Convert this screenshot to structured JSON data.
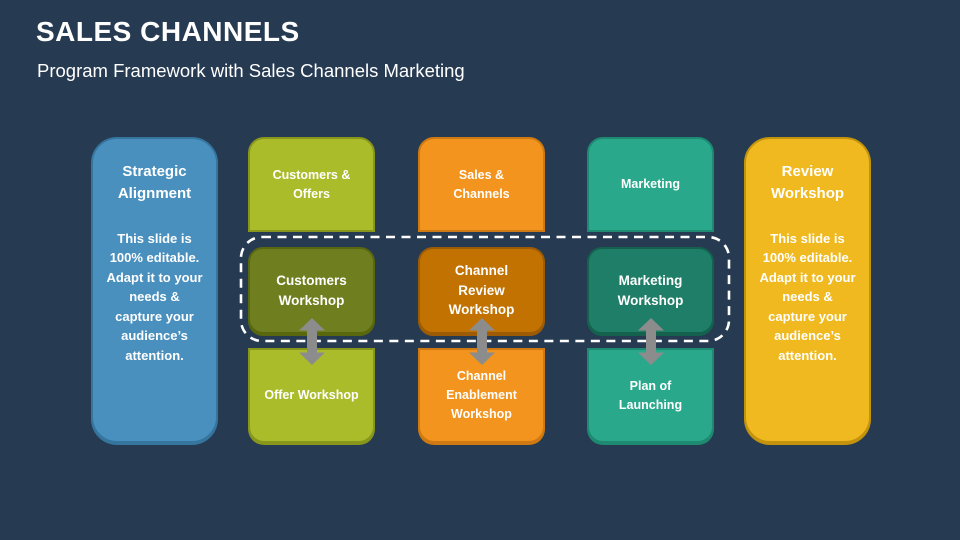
{
  "header": {
    "title": "SALES CHANNELS",
    "subtitle": "Program Framework with Sales Channels Marketing"
  },
  "side_boxes": {
    "left": {
      "heading": "Strategic Alignment",
      "body": "This slide is 100% editable. Adapt it to your needs & capture your audience’s attention."
    },
    "right": {
      "heading": "Review Workshop",
      "body": "This slide is 100% editable. Adapt it to your needs & capture your audience’s attention."
    }
  },
  "columns": [
    {
      "top_label": "Customers & Offers",
      "middle_label": "Customers Workshop",
      "bottom_label": "Offer Workshop"
    },
    {
      "top_label": "Sales & Channels",
      "middle_label": "Channel Review Workshop",
      "bottom_label": "Channel Enablement Workshop"
    },
    {
      "top_label": "Marketing",
      "middle_label": "Marketing Workshop",
      "bottom_label": "Plan of Launching"
    }
  ],
  "colors": {
    "background": "#263A52",
    "text": "#FFFFFF",
    "blue_box": "#4A90BF",
    "yellow_box": "#EFB91F",
    "green_light": "#ABBC2B",
    "green_dark": "#6F7F1F",
    "orange_light": "#F2941E",
    "orange_dark": "#C17201",
    "teal_light": "#2AA88C",
    "teal_dark": "#1F7E67",
    "arrow_gray": "#8C8C8C",
    "dashed_outline": "#FFFFFF"
  }
}
